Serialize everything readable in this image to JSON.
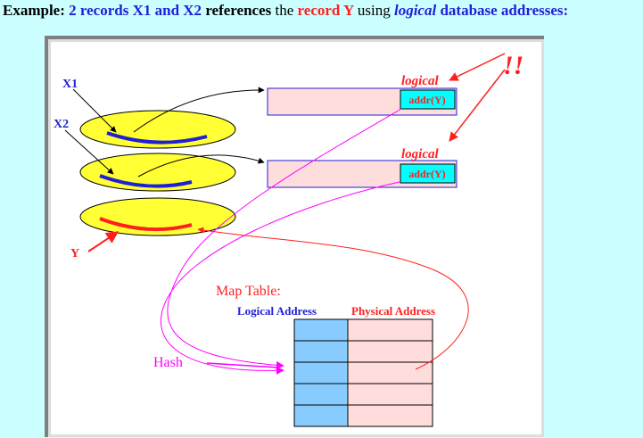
{
  "caption": {
    "prefix": "Example:",
    "records": "2 records X1 and X2",
    "references": "references",
    "the": "the",
    "record_y": "record Y",
    "using": "using",
    "logical": "logical",
    "db_addresses": "database addresses:"
  },
  "diagram": {
    "label_x1": "X1",
    "label_x2": "X2",
    "label_y": "Y",
    "logical_1": "logical",
    "logical_2": "logical",
    "addr_1": "addr(Y)",
    "addr_2": "addr(Y)",
    "exclaim": "!!",
    "map_table_title": "Map Table:",
    "col_logical": "Logical Address",
    "col_physical": "Physical Address",
    "hash_label": "Hash",
    "table_rows": 5
  },
  "colors": {
    "background": "#ccffff",
    "frame": "#ffffff",
    "record": "#ffff33",
    "blue": "#1f1fd6",
    "red": "#ff1f1f",
    "magenta": "#ff00ff",
    "pink": "#ffdddd",
    "cyan": "#00ffff",
    "lightblue": "#88ccff"
  }
}
